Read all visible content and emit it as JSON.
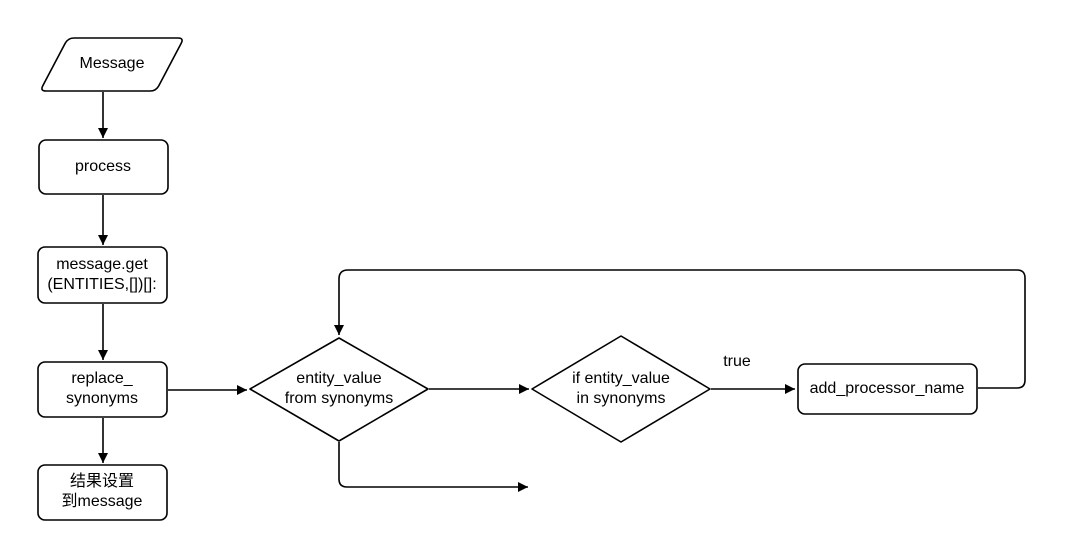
{
  "diagram": {
    "type": "flowchart",
    "colors": {
      "background": "#ffffff",
      "node_fill": "#ffffff",
      "stroke": "#000000",
      "text": "#000000"
    },
    "nodes": {
      "message": {
        "label": "Message",
        "shape": "parallelogram"
      },
      "process": {
        "label": "process",
        "shape": "rounded-rectangle"
      },
      "message_get": {
        "label": "message.get\n(ENTITIES,[])[]:",
        "shape": "rounded-rectangle"
      },
      "replace_synonyms": {
        "label": "replace_\nsynonyms",
        "shape": "rounded-rectangle"
      },
      "result_to_message": {
        "label": "结果设置\n到message",
        "shape": "rounded-rectangle"
      },
      "entity_value_from_synonyms": {
        "label": "entity_value\nfrom synonyms",
        "shape": "diamond"
      },
      "if_entity_value_in_synonyms": {
        "label": "if entity_value\nin synonyms",
        "shape": "diamond"
      },
      "add_processor_name": {
        "label": "add_processor_name",
        "shape": "rounded-rectangle"
      }
    },
    "edges": [
      {
        "from": "message",
        "to": "process",
        "label": ""
      },
      {
        "from": "process",
        "to": "message_get",
        "label": ""
      },
      {
        "from": "message_get",
        "to": "replace_synonyms",
        "label": ""
      },
      {
        "from": "replace_synonyms",
        "to": "result_to_message",
        "label": ""
      },
      {
        "from": "replace_synonyms",
        "to": "entity_value_from_synonyms",
        "label": ""
      },
      {
        "from": "entity_value_from_synonyms",
        "to": "if_entity_value_in_synonyms",
        "label": ""
      },
      {
        "from": "if_entity_value_in_synonyms",
        "to": "add_processor_name",
        "label": "true"
      },
      {
        "from": "add_processor_name",
        "to": "entity_value_from_synonyms",
        "label": "",
        "route": "loop-back-over-top"
      },
      {
        "from": "entity_value_from_synonyms",
        "to": "right-exit",
        "label": "",
        "route": "down-then-right"
      }
    ]
  }
}
